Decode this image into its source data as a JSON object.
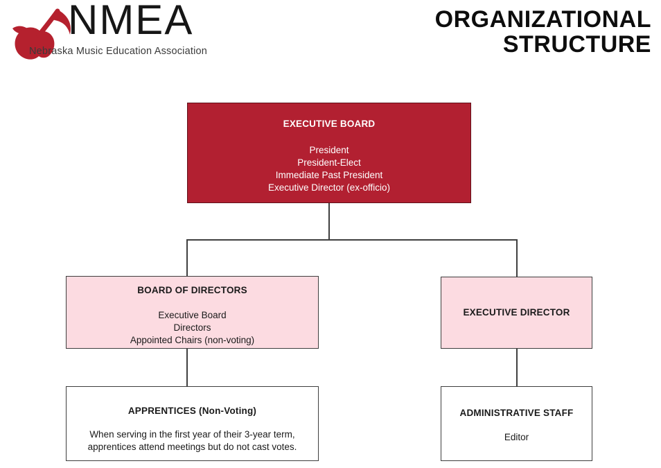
{
  "header": {
    "logo": {
      "acronym": "NMEA",
      "tagline": "Nebraska Music Education Association"
    },
    "title_line1": "ORGANIZATIONAL",
    "title_line2": "STRUCTURE"
  },
  "palette": {
    "primary_red": "#b22031",
    "light_pink": "#fcdbe1",
    "box_border": "#3d3d3d",
    "connector_line": "#3f3f3f",
    "logo_red": "#b5212e"
  },
  "org_chart": {
    "executive_board": {
      "title": "EXECUTIVE BOARD",
      "members": [
        "President",
        "President-Elect",
        "Immediate Past President",
        "Executive Director (ex-officio)"
      ]
    },
    "board_of_directors": {
      "title": "BOARD OF DIRECTORS",
      "members": [
        "Executive Board",
        "Directors",
        "Appointed Chairs (non-voting)"
      ]
    },
    "executive_director": {
      "title": "EXECUTIVE DIRECTOR"
    },
    "apprentices": {
      "title": "APPRENTICES (Non-Voting)",
      "description_lines": [
        "When serving in the first year of their 3-year term,",
        "apprentices attend meetings but do not cast votes."
      ]
    },
    "administrative_staff": {
      "title": "ADMINISTRATIVE STAFF",
      "members": [
        "Editor"
      ]
    }
  }
}
